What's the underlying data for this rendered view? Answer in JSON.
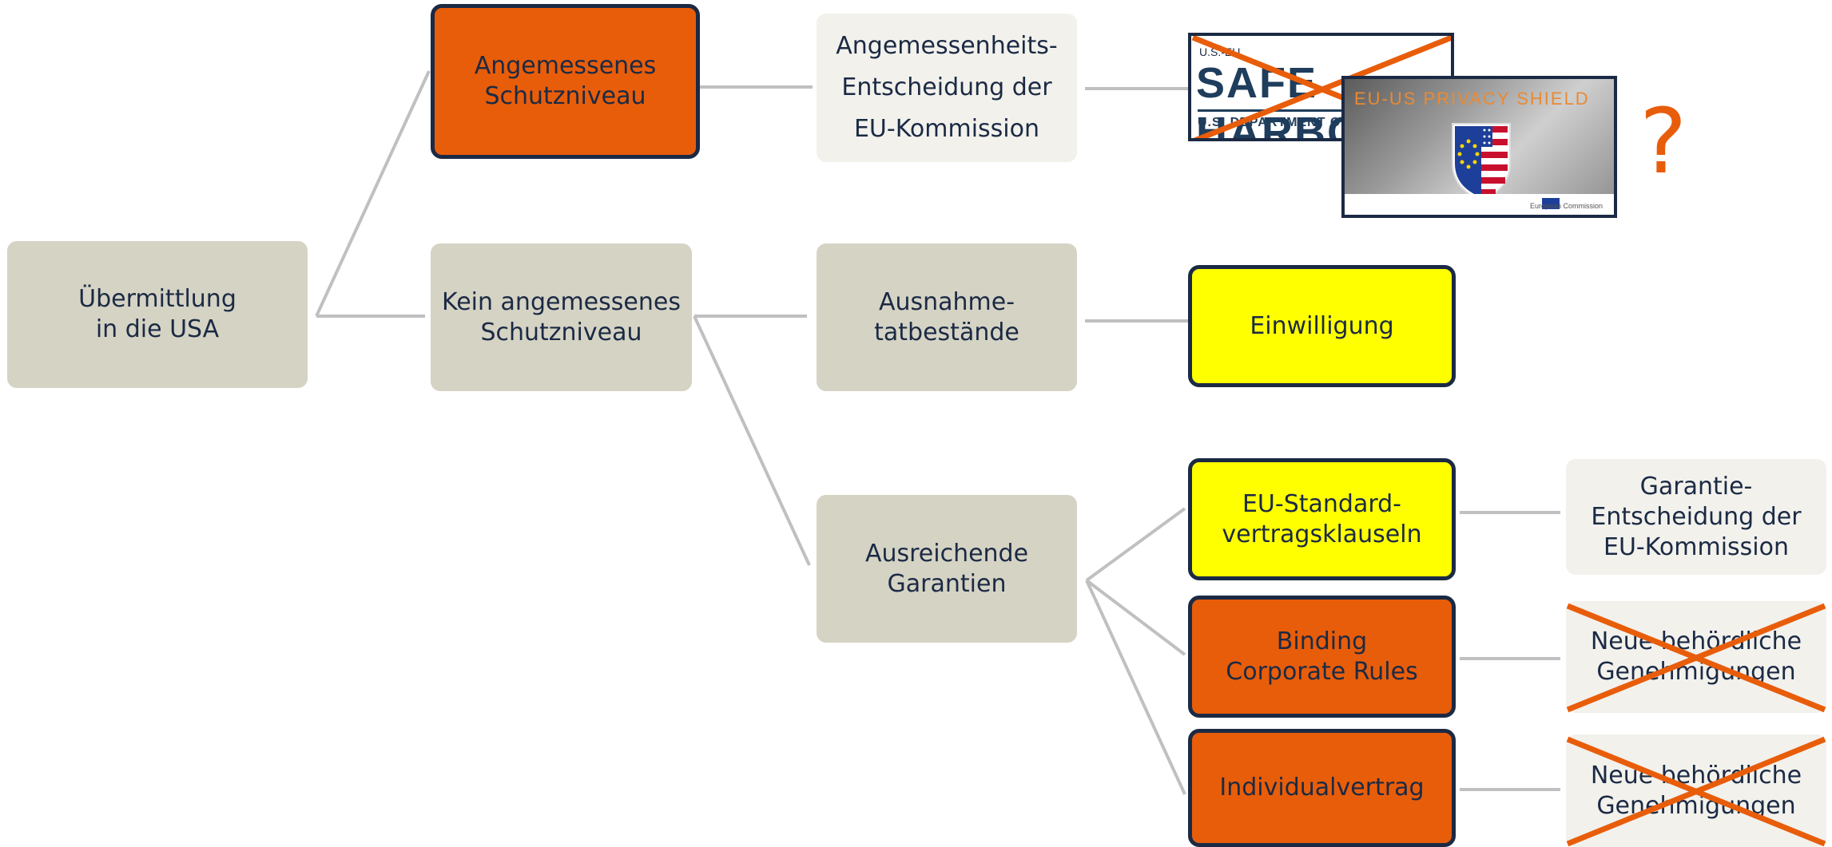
{
  "nodes": {
    "root": "Übermittlung\nin die USA",
    "adequate": "Angemessenes\nSchutzniveau",
    "not_adequate": "Kein angemessenes\nSchutzniveau",
    "adequacy_decision": "Angemessenheits-\nEntscheidung der\nEU-Kommission",
    "exceptions": "Ausnahme-\ntatbestände",
    "guarantees": "Ausreichende\nGarantien",
    "consent": "Einwilligung",
    "scc": "EU-Standard-\nvertragsklauseln",
    "bcr": "Binding\nCorporate Rules",
    "individual": "Individualvertrag",
    "guarantee_decision": "Garantie-\nEntscheidung der\nEU-Kommission",
    "approval_1": "Neue behördliche\nGenehmigungen",
    "approval_2": "Neue behördliche\nGenehmigungen"
  },
  "badges": {
    "safeharbor": {
      "top_text": "U.S.-EU",
      "main_text": "SAFE HARBOR",
      "sub_text": "U.S. DEPARTMENT OF COMMERCE",
      "status": "crossed-out"
    },
    "privacyshield": {
      "title": "EU-US PRIVACY SHIELD",
      "footer": "European Commission"
    },
    "question_mark": "?"
  },
  "colors": {
    "beige": "#d5d3c4",
    "light": "#f2f1ec",
    "orange": "#e85d0a",
    "yellow": "#ffff00",
    "border": "#1b2a44",
    "connector": "#c0c0c0",
    "cross": "#e85d0a"
  }
}
